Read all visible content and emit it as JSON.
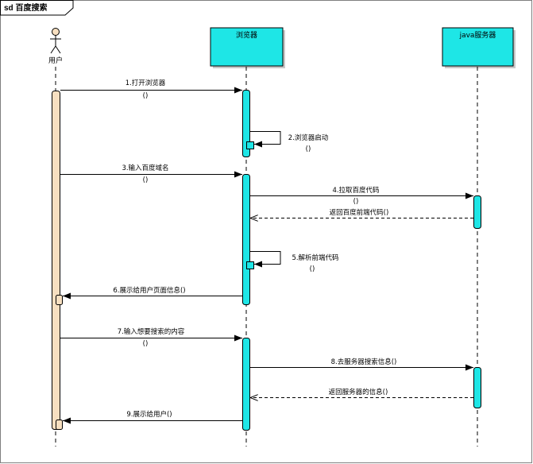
{
  "frame": {
    "title": "sd 百度搜索"
  },
  "actor": {
    "name": "用户"
  },
  "objects": [
    {
      "id": "browser",
      "name": "浏览器"
    },
    {
      "id": "server",
      "name": "java服务器"
    }
  ],
  "messages": [
    {
      "text": "1.打开浏览器",
      "args": "()",
      "kind": "sync"
    },
    {
      "text": "2.浏览器启动",
      "args": "()",
      "kind": "self"
    },
    {
      "text": "3.输入百度域名",
      "args": "()",
      "kind": "sync"
    },
    {
      "text": "4.拉取百度代码",
      "args": "()",
      "kind": "sync"
    },
    {
      "text": "返回百度前端代码()",
      "args": "",
      "kind": "return"
    },
    {
      "text": "5.解析前端代码",
      "args": "()",
      "kind": "self"
    },
    {
      "text": "6.展示给用户页面信息()",
      "args": "",
      "kind": "sync"
    },
    {
      "text": "7.输入想要搜索的内容",
      "args": "()",
      "kind": "sync"
    },
    {
      "text": "8.去服务器搜索信息()",
      "args": "",
      "kind": "sync"
    },
    {
      "text": "返回服务器的信息()",
      "args": "",
      "kind": "return"
    },
    {
      "text": "9.展示给用户()",
      "args": "",
      "kind": "sync"
    }
  ],
  "colors": {
    "object_fill": "#1ee6e6",
    "activation_fill": "#1ee6e6",
    "actor_activation_fill": "#f7dfc0",
    "line": "#000000"
  }
}
